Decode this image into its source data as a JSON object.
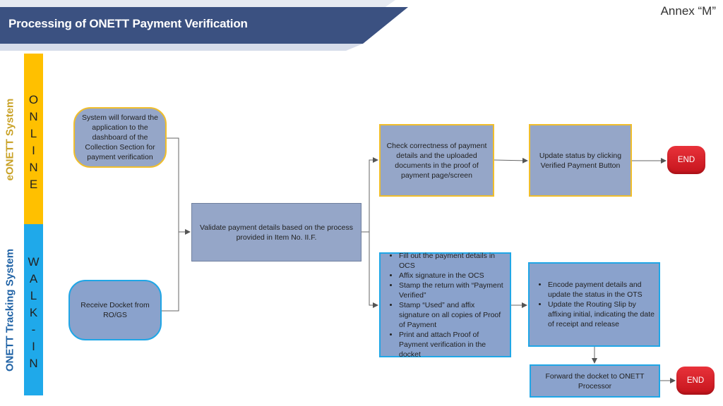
{
  "header": {
    "title": "Processing of ONETT Payment Verification",
    "annex": "Annex “M”"
  },
  "systems": {
    "eonett": "eONETT System",
    "onett_tracking": "ONETT Tracking System"
  },
  "channels": {
    "online": [
      "O",
      "N",
      "L",
      "I",
      "N",
      "E"
    ],
    "walkin": [
      "W",
      "A",
      "L",
      "K",
      "-",
      "I",
      "N"
    ]
  },
  "nodes": {
    "forward": "System will forward the application to the dashboard of the Collection Section for payment verification",
    "receive": "Receive Docket from RO/GS",
    "validate": "Validate payment details based on the process provided in Item No. II.F.",
    "check": "Check correctness of payment details and the uploaded documents in the proof of payment page/screen",
    "update": "Update status by clicking Verified Payment Button",
    "fill_items": [
      "Fill out the payment details in OCS",
      "Affix signature in the OCS",
      "Stamp the return with “Payment Verified”",
      "Stamp “Used” and affix signature on all copies of Proof of Payment",
      "Print and attach Proof of Payment verification in the docket"
    ],
    "encode_items": [
      "Encode payment details and update the status in the OTS",
      "Update the Routing Slip by affixing  initial, indicating the date of receipt and release"
    ],
    "forward_docket": "Forward the docket to ONETT Processor",
    "end_1": "END",
    "end_2": "END"
  },
  "colors": {
    "header_dark": "#3b5181",
    "header_light": "#d6dcea",
    "online_bar": "#ffc000",
    "walkin_bar": "#1fa9ea",
    "node_fill": "#95a6c8",
    "end_red": "#d91f26"
  }
}
